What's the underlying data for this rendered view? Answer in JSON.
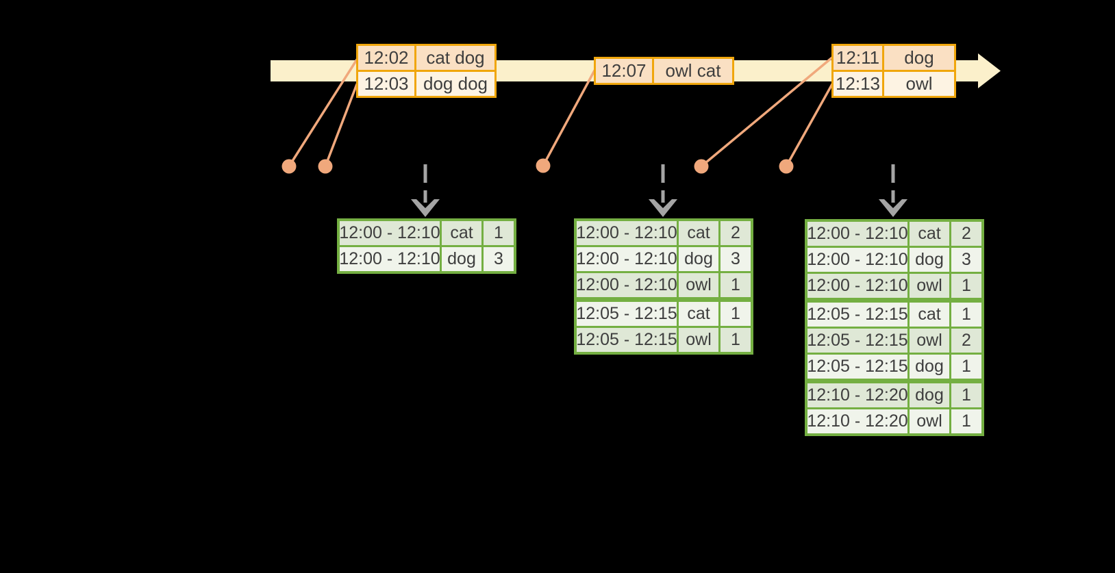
{
  "colors": {
    "background": "#000000",
    "ink": "#3E3E3E",
    "timeline_fill": "#FBF0CB",
    "event_border": "#F0A60C",
    "event_dark": "#FAE0C3",
    "event_light": "#FDF3E3",
    "connector": "#F0A87C",
    "result_border": "#74AF42",
    "result_dark": "#DFE8D6",
    "result_light": "#F0F4EB",
    "arrow_gray": "#A5A5A5"
  },
  "timeline": {
    "event_tables": [
      {
        "id": "batch-1",
        "rows": [
          {
            "time": "12:02",
            "words": "cat dog"
          },
          {
            "time": "12:03",
            "words": "dog dog"
          }
        ]
      },
      {
        "id": "batch-2",
        "rows": [
          {
            "time": "12:07",
            "words": "owl cat"
          }
        ]
      },
      {
        "id": "batch-3",
        "rows": [
          {
            "time": "12:11",
            "words": "dog"
          },
          {
            "time": "12:13",
            "words": "owl"
          }
        ]
      }
    ]
  },
  "result_tables": [
    {
      "id": "result-1",
      "group_starts": [],
      "rows": [
        {
          "window": "12:00 - 12:10",
          "word": "cat",
          "count": "1"
        },
        {
          "window": "12:00 - 12:10",
          "word": "dog",
          "count": "3"
        }
      ]
    },
    {
      "id": "result-2",
      "group_starts": [
        3
      ],
      "rows": [
        {
          "window": "12:00 - 12:10",
          "word": "cat",
          "count": "2"
        },
        {
          "window": "12:00 - 12:10",
          "word": "dog",
          "count": "3"
        },
        {
          "window": "12:00 - 12:10",
          "word": "owl",
          "count": "1"
        },
        {
          "window": "12:05 - 12:15",
          "word": "cat",
          "count": "1"
        },
        {
          "window": "12:05 - 12:15",
          "word": "owl",
          "count": "1"
        }
      ]
    },
    {
      "id": "result-3",
      "group_starts": [
        3,
        6
      ],
      "rows": [
        {
          "window": "12:00 - 12:10",
          "word": "cat",
          "count": "2"
        },
        {
          "window": "12:00 - 12:10",
          "word": "dog",
          "count": "3"
        },
        {
          "window": "12:00 - 12:10",
          "word": "owl",
          "count": "1"
        },
        {
          "window": "12:05 - 12:15",
          "word": "cat",
          "count": "1"
        },
        {
          "window": "12:05 - 12:15",
          "word": "owl",
          "count": "2"
        },
        {
          "window": "12:05 - 12:15",
          "word": "dog",
          "count": "1"
        },
        {
          "window": "12:10 - 12:20",
          "word": "dog",
          "count": "1"
        },
        {
          "window": "12:10 - 12:20",
          "word": "owl",
          "count": "1"
        }
      ]
    }
  ]
}
